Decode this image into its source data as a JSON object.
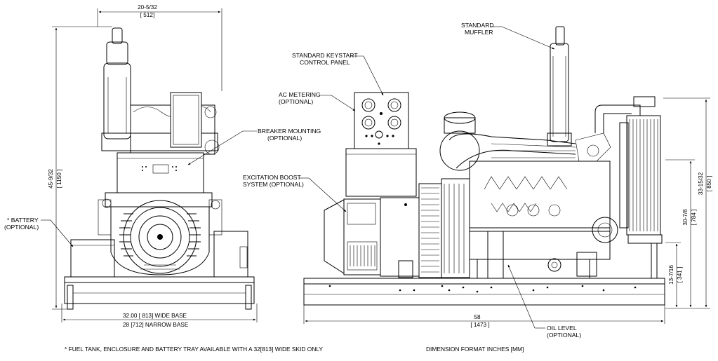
{
  "callouts": {
    "muffler": [
      "STANDARD",
      "MUFFLER"
    ],
    "keystart": [
      "STANDARD KEYSTART",
      "CONTROL PANEL"
    ],
    "ac_metering": [
      "AC METERING",
      "(OPTIONAL)"
    ],
    "breaker": [
      "BREAKER MOUNTING",
      "(OPTIONAL)"
    ],
    "excitation": [
      "EXCITATION BOOST",
      "SYSTEM (OPTIONAL)"
    ],
    "battery": [
      "* BATTERY",
      "(OPTIONAL)"
    ],
    "oil_level": [
      "OIL LEVEL",
      "(OPTIONAL)"
    ]
  },
  "dimensions": {
    "top_width": [
      "20-5/32",
      "[ 512]"
    ],
    "left_height": [
      "45-9/32",
      "[ 1150 ]"
    ],
    "wide_base": "32.00   [ 813]  WIDE BASE",
    "narrow_base": "28 [712] NARROW BASE",
    "length": [
      "58",
      "[ 1473 ]"
    ],
    "h_13": [
      "13-7/16",
      "[ 341 ]"
    ],
    "h_30": [
      "30-7/8",
      "[ 784 ]"
    ],
    "h_33": [
      "33-15/32",
      "[ 850 ]"
    ]
  },
  "footer": {
    "note": "* FUEL TANK, ENCLOSURE AND BATTERY TRAY AVAILABLE WITH A 32[813] WIDE SKID ONLY",
    "format": "DIMENSION FORMAT INCHES [MM]"
  }
}
